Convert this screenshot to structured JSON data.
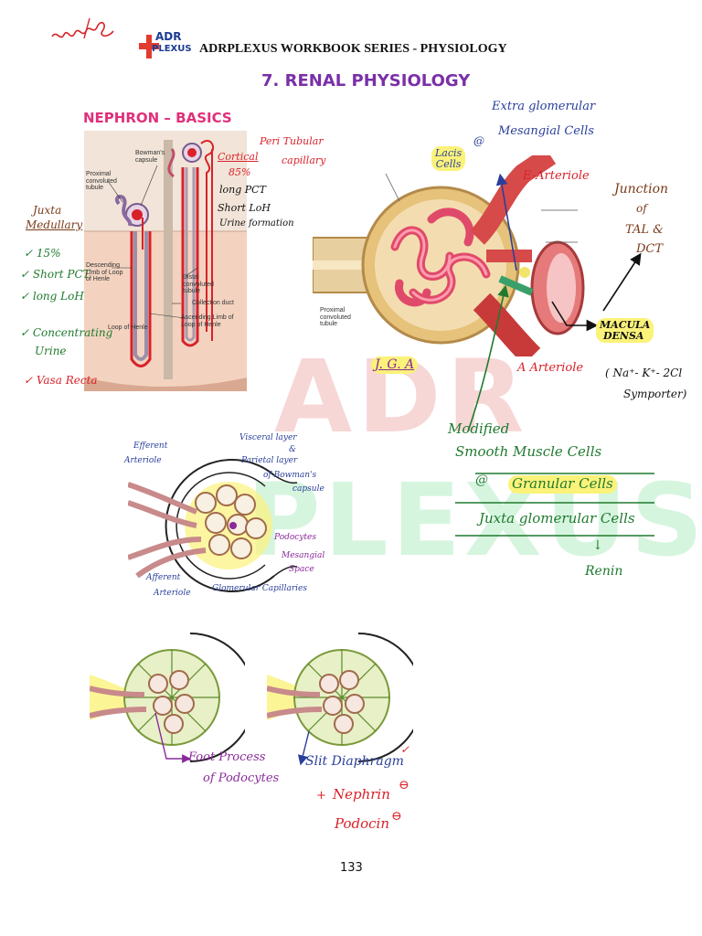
{
  "header": {
    "logo_top": "ADR",
    "logo_bottom": "PLEXUS",
    "series_title": "ADRPLEXUS WORKBOOK SERIES - PHYSIOLOGY",
    "chapter_title": "7. RENAL PHYSIOLOGY"
  },
  "colors": {
    "chapter": "#7a2fa8",
    "section": "#e0307a",
    "handwriting_red": "#d8222a",
    "handwriting_green": "#1f7a2e",
    "handwriting_blue": "#2a3f9a",
    "highlight": "#fbf27a"
  },
  "watermark": {
    "line1": "ADR",
    "line2": "PLEXUS"
  },
  "nephron": {
    "section_title": "NEPHRON – BASICS",
    "printed_labels": {
      "pct": "Proximal convoluted tubule",
      "bowman": "Bowman's capsule",
      "desc": "Descending Limb of Loop of Henle",
      "loop": "Loop of Henle",
      "asc": "Ascending Limb of Loop of Henle",
      "distal": "Distal convoluted tubule",
      "collect": "Collection duct"
    },
    "notes_left": {
      "title1": "Juxta",
      "title2": "Medullary",
      "pct15": "✓ 15%",
      "short_pct": "✓ Short PCT",
      "long_loh": "✓ long LoH",
      "conc1": "✓ Concentrating",
      "conc2": "Urine",
      "vasa": "✓ Vasa Recta"
    },
    "notes_right": {
      "cortical": "Cortical",
      "p85": "85%",
      "long_pct": "long PCT",
      "short_loh": "Short LoH",
      "urine": "Urine formation",
      "peri1": "Peri Tubular",
      "peri2": "capillary"
    }
  },
  "jga": {
    "printed_label": "Proximal convoluted tubule",
    "extra1": "Extra glomerular",
    "extra2": "Mesangial Cells",
    "at": "@",
    "lacis1": "Lacis",
    "lacis2": "Cells",
    "e_arteriole": "E-Arteriole",
    "junction1": "Junction",
    "junction2": "of",
    "junction3": "TAL &",
    "junction4": "DCT",
    "macula1": "MACULA",
    "macula2": "DENSA",
    "symporter1": "( Na⁺- K⁺- 2Cl",
    "symporter2": "Symporter)",
    "jga_label": "J. G. A",
    "a_arteriole": "A Arteriole"
  },
  "cells": {
    "modified1": "Modified",
    "modified2": "Smooth Muscle Cells",
    "at": "@",
    "granular": "Granular Cells",
    "jg_cells": "Juxta glomerular Cells",
    "arrow": "↓",
    "renin": "Renin"
  },
  "glomerulus": {
    "efferent1": "Efferent",
    "efferent2": "Arteriole",
    "afferent1": "Afferent",
    "afferent2": "Arteriole",
    "visceral": "Visceral layer",
    "and": "&",
    "parietal": "Parietal layer",
    "of_bowman1": "of Bowman's",
    "of_bowman2": "capsule",
    "podocytes": "Podocytes",
    "mesangial1": "Mesangial",
    "mesangial2": "Space",
    "glom_cap": "Glomerular Capillaries"
  },
  "podocyte": {
    "foot1": "Foot Process",
    "foot2": "of Podocytes",
    "slit": "Slit Diaphragm",
    "check": "✓",
    "nephrin": "Nephrin",
    "podocin": "Podocin",
    "plus": "+",
    "minus": "⊖"
  },
  "page_number": "133"
}
